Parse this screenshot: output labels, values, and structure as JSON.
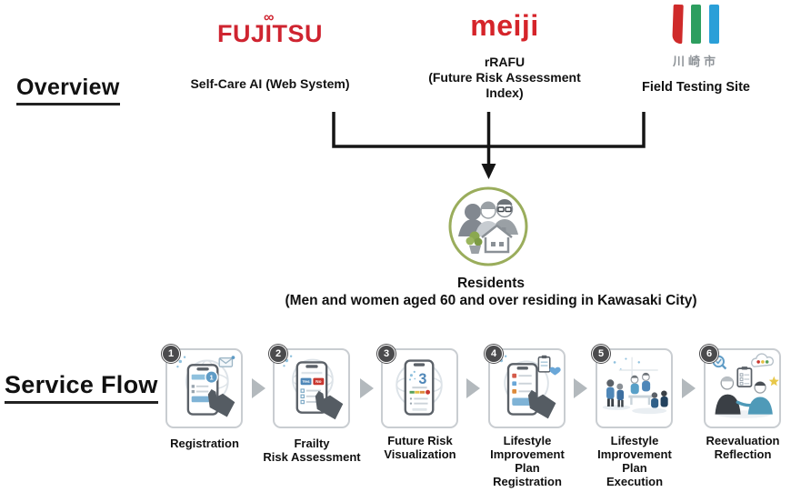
{
  "overview": {
    "title": "Overview",
    "fujitsu": {
      "logo_text": "FUJITSU",
      "infinity_mark": "∞",
      "label": "Self-Care AI (Web System)",
      "logo_color": "#cf2430"
    },
    "meiji": {
      "logo_text": "meiji",
      "label": "rRAFU\n(Future Risk Assessment Index)",
      "logo_color": "#d5242a"
    },
    "kawasaki": {
      "logo_text": "川崎市",
      "label": "Field Testing Site",
      "bar_colors": [
        "#cf2a2a",
        "#2d9e5f",
        "#2a9fd8"
      ]
    }
  },
  "residents": {
    "label": "Residents",
    "sublabel": "(Men and women aged 60 and over residing in Kawasaki City)",
    "circle_color": "#9aad5c"
  },
  "service_flow": {
    "title": "Service Flow",
    "steps": [
      {
        "num": "1",
        "label": "Registration",
        "phone_badge": "1"
      },
      {
        "num": "2",
        "label": "Frailty\nRisk Assessment",
        "button_yes": "Yes",
        "button_no": "No"
      },
      {
        "num": "3",
        "label": "Future Risk\nVisualization",
        "risk_number": "3"
      },
      {
        "num": "4",
        "label": "Lifestyle\nImprovement\nPlan\nRegistration"
      },
      {
        "num": "5",
        "label": "Lifestyle\nImprovement\nPlan\nExecution"
      },
      {
        "num": "6",
        "label": "Reevaluation\nReflection"
      }
    ],
    "arrow_color": "#b3b9bd",
    "gauge_colors": [
      "#57a05a",
      "#e3bf43",
      "#dd8a3a",
      "#c9372f"
    ]
  }
}
